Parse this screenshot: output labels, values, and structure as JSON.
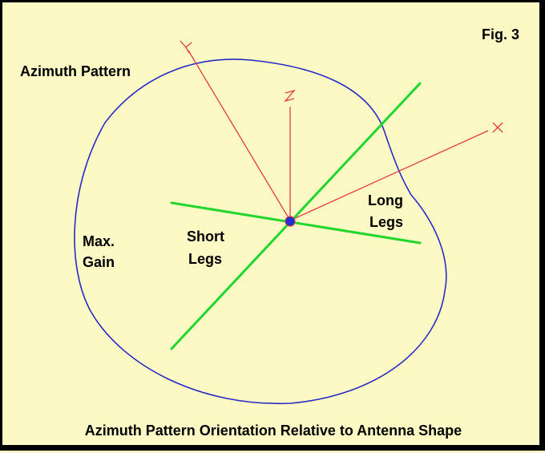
{
  "figure": {
    "number_label": "Fig. 3",
    "caption": "Azimuth Pattern Orientation Relative to Antenna Shape"
  },
  "labels": {
    "azimuth_pattern": "Azimuth Pattern",
    "max_gain_1": "Max.",
    "max_gain_2": "Gain",
    "short_legs_1": "Short",
    "short_legs_2": "Legs",
    "long_legs_1": "Long",
    "long_legs_2": "Legs"
  },
  "axes": {
    "x": "X",
    "y": "Y",
    "z": "Z"
  },
  "colors": {
    "background": "#fdf9c4",
    "pattern": "#2929c8",
    "axis": "#e63a3a",
    "legs": "#22d62e",
    "feedpoint": "#1f2fd6"
  }
}
